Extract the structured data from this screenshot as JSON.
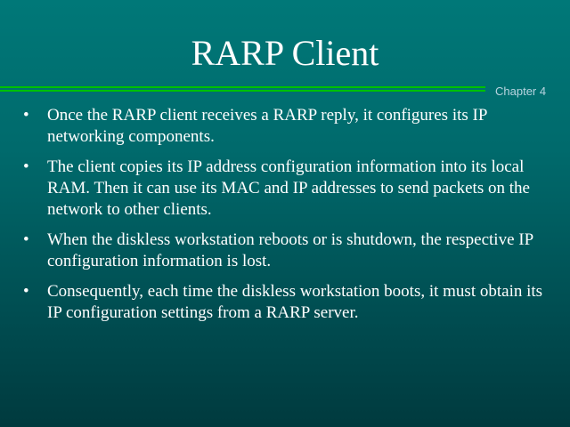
{
  "slide": {
    "title": "RARP Client",
    "chapter": "Chapter 4",
    "bullet_symbol": "•",
    "bullets": [
      "Once the RARP client receives a RARP reply, it configures its IP networking components.",
      "The client copies its IP address configuration information into its local RAM. Then it can use its MAC and IP addresses to send packets on the network to other clients.",
      "When the diskless workstation reboots or is shutdown, the respective IP configuration information is lost.",
      "Consequently, each time the diskless workstation boots, it must obtain its IP configuration settings from a RARP server."
    ]
  },
  "colors": {
    "background": "#007878",
    "rule": "#00c000",
    "chapter": "#b8d4e0"
  }
}
